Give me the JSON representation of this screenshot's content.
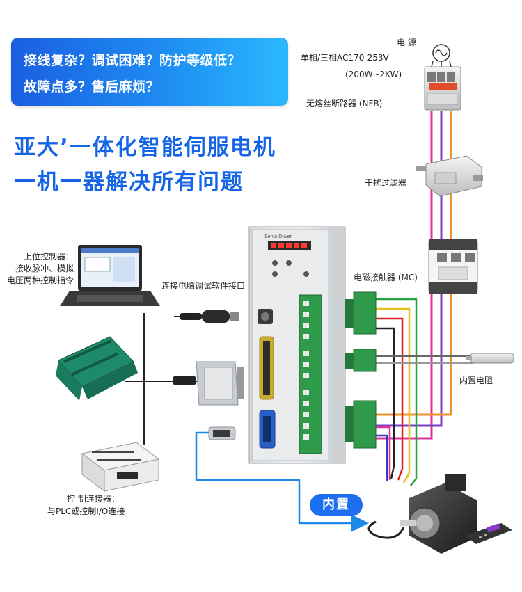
{
  "banner": {
    "line1": "接线复杂？调试困难？防护等级低？",
    "line2": "故障点多？售后麻烦？"
  },
  "headline": {
    "line1": "亚大’一体化智能伺服电机",
    "line2": "一机一器解决所有问题"
  },
  "labels": {
    "power_title": "电 源",
    "power_phase": "单相/三相AC170-253V",
    "power_range": "(200W~2KW)",
    "breaker": "无熔丝断路器 (NFB)",
    "filter": "干扰过滤器",
    "contactor": "电磁接触器 (MC)",
    "resistor": "内置电阻",
    "pc_interface": "连接电脑调试软件接口",
    "host_line1": "上位控制器：",
    "host_line2": "接收脉冲、模拟",
    "host_line3": "电压两种控制指令",
    "plc_line1": "控 制连接器：",
    "plc_line2": "与PLC或控制I/O连接",
    "driver_brand": "Servo Driver",
    "builtin_badge": "内置"
  },
  "colors": {
    "accent_blue": "#1565e6",
    "wire_pink": "#e0309a",
    "wire_purple": "#7a3fc8",
    "wire_orange": "#f0902a",
    "wire_red": "#e02020",
    "wire_yellow": "#e8c020",
    "wire_green": "#2aa040",
    "wire_black": "#222222",
    "wire_blue": "#1e88e8",
    "terminal_green": "#2e9a4a"
  },
  "icons": {
    "power": "ac-source-icon",
    "breaker": "breaker-icon",
    "filter": "filter-icon",
    "contactor": "contactor-icon",
    "resistor": "resistor-icon",
    "laptop": "laptop-icon",
    "terminal_board": "terminal-board-icon",
    "plc": "plc-icon",
    "driver": "servo-driver-icon",
    "motor": "servo-motor-icon",
    "remote": "handheld-controller-icon"
  }
}
